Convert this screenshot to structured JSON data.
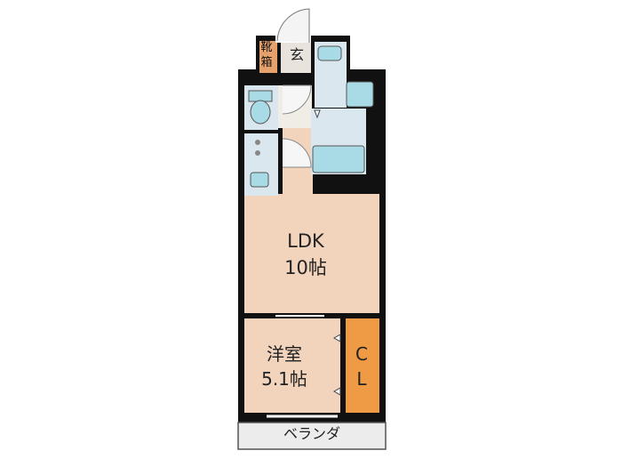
{
  "rooms": {
    "ldk": {
      "name": "LDK",
      "size": "10帖"
    },
    "western_room": {
      "name": "洋室",
      "size": "5.1帖"
    },
    "closet": {
      "line1": "C",
      "line2": "L"
    },
    "entrance": {
      "name": "玄"
    },
    "shoe_box": {
      "line1": "靴",
      "line2": "箱"
    },
    "balcony": {
      "name": "ベランダ"
    }
  },
  "colors": {
    "wall": "#111111",
    "floor_ldk": "#f2d4bd",
    "floor_wet": "#dbe7ee",
    "fixture": "#a9dbe6",
    "closet": "#ef9b45",
    "shoe_box": "#e6a26d",
    "balcony": "#ececec"
  }
}
